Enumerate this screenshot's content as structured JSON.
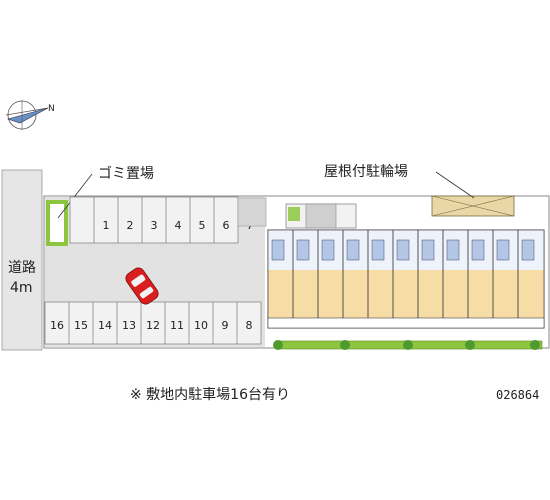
{
  "compass": {
    "north_label": "N"
  },
  "road": {
    "label_line1": "道路",
    "label_line2": "4m"
  },
  "labels": {
    "garbage": "ゴミ置場",
    "bike_shelter": "屋根付駐輪場"
  },
  "parking": {
    "top_row": [
      "1",
      "2",
      "3",
      "4",
      "5",
      "6",
      "7"
    ],
    "bottom_row": [
      "16",
      "15",
      "14",
      "13",
      "12",
      "11",
      "10",
      "9",
      "8"
    ]
  },
  "footer": {
    "note": "※ 敷地内駐車場16台有り",
    "code": "026864"
  },
  "colors": {
    "road": "#e6e6e6",
    "asphalt": "#e2e2e2",
    "building_wall": "#b3c6e6",
    "unit_floor": "#f7dca5",
    "green": "#8cc63f",
    "car": "#d81e1e"
  }
}
